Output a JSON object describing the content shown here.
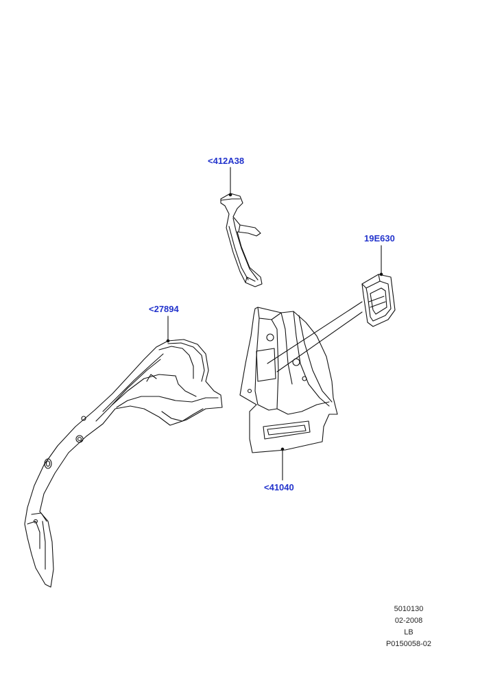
{
  "callouts": {
    "part_412A38": "<412A38",
    "part_19E630": "19E630",
    "part_27894": "<27894",
    "part_41040": "<41040"
  },
  "reference": {
    "line1": "5010130",
    "line2": "02-2008",
    "line3": "LB",
    "line4": "P0150058-02"
  },
  "colors": {
    "callout_text": "#2233cc",
    "line_art": "#111111"
  }
}
